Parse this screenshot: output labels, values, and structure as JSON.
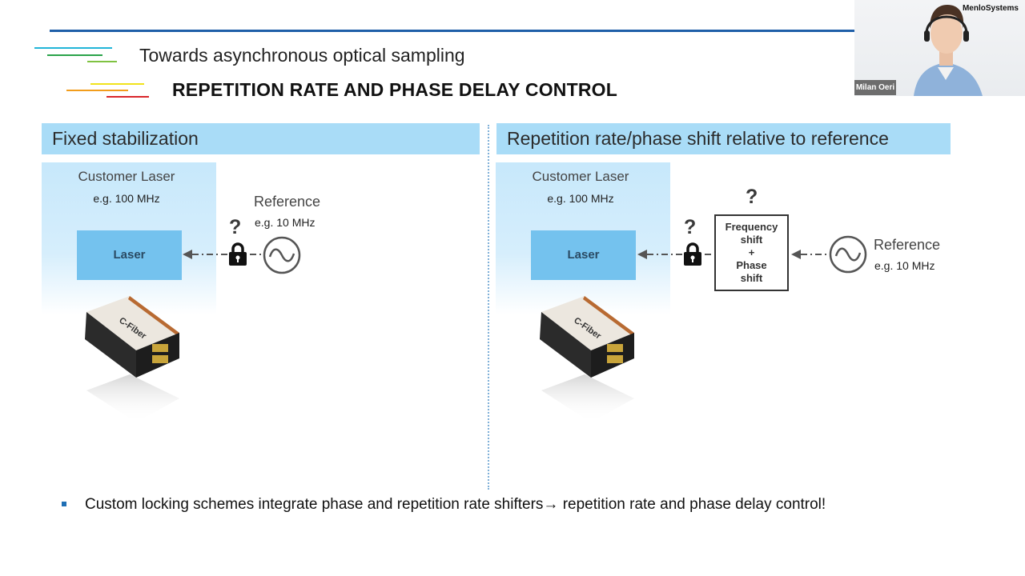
{
  "header": {
    "subtitle": "Towards asynchronous optical sampling",
    "title": "REPETITION RATE AND PHASE DELAY CONTROL"
  },
  "left_panel": {
    "heading": "Fixed stabilization",
    "customer_laser": "Customer Laser",
    "customer_freq": "e.g. 100 MHz",
    "laser_label": "Laser",
    "reference": "Reference",
    "reference_freq": "e.g. 10 MHz",
    "question": "?"
  },
  "right_panel": {
    "heading": "Repetition rate/phase shift relative to reference",
    "customer_laser": "Customer Laser",
    "customer_freq": "e.g. 100 MHz",
    "laser_label": "Laser",
    "reference": "Reference",
    "reference_freq": "e.g. 10 MHz",
    "question": "?",
    "box_question": "?",
    "box_line1": "Frequency",
    "box_line2": "shift",
    "box_line3": "+",
    "box_line4": "Phase",
    "box_line5": "shift"
  },
  "device_label": "C-Fiber",
  "bullet": "Custom locking schemes integrate phase and repetition rate shifters→ repetition rate and phase delay control!",
  "webcam": {
    "brand": "MenloSystems",
    "name": "Milan Oeri"
  },
  "colors": {
    "accent_blue": "#1f5fa8",
    "panel_header": "#a9dcf7",
    "laser_box": "#74c2ee"
  },
  "icons": [
    "lock-icon",
    "sine-wave-icon",
    "arrow-left-icon",
    "device-image"
  ]
}
